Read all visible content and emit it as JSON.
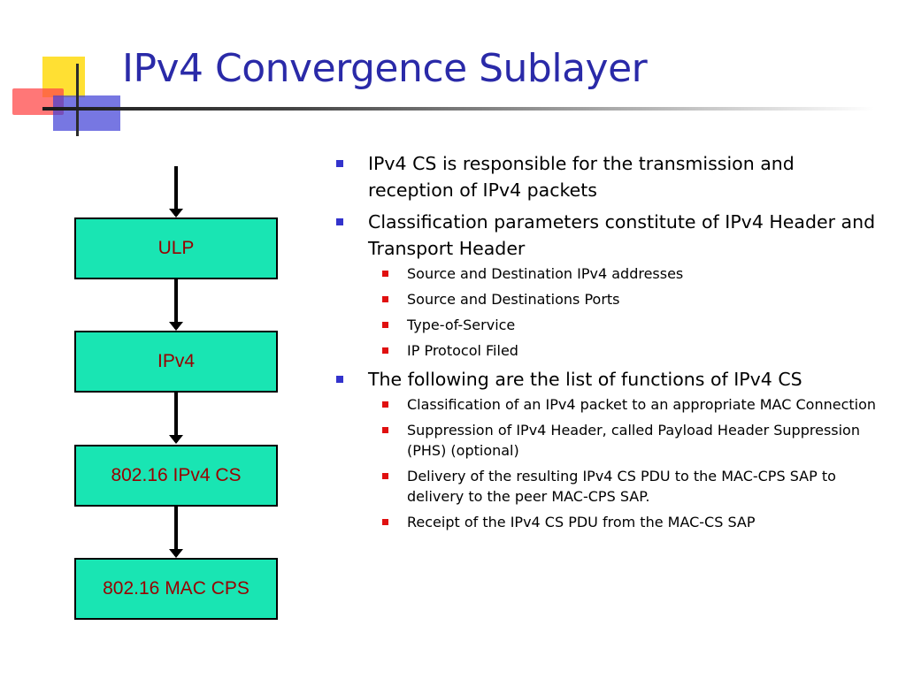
{
  "title": "IPv4 Convergence Sublayer",
  "diagram": {
    "boxes": [
      {
        "label": "ULP"
      },
      {
        "label": "IPv4"
      },
      {
        "label": "802.16 IPv4 CS"
      },
      {
        "label": "802.16 MAC CPS"
      }
    ],
    "box_fill": "#19e5b3",
    "label_color": "#990000"
  },
  "bullets": [
    {
      "text": "IPv4 CS is responsible for the transmission and reception of IPv4 packets",
      "sub": []
    },
    {
      "text": "Classification parameters constitute of IPv4 Header and Transport Header",
      "sub": [
        "Source and Destination IPv4 addresses",
        "Source and Destinations Ports",
        "Type-of-Service",
        "IP Protocol Filed"
      ]
    },
    {
      "text": " The following are the list of functions of IPv4 CS",
      "sub": [
        "Classification of an IPv4 packet to an appropriate MAC Connection",
        "Suppression of IPv4 Header, called Payload Header Suppression (PHS) (optional)",
        "Delivery of the resulting IPv4 CS PDU to the MAC-CPS SAP to delivery to the peer MAC-CPS SAP.",
        "Receipt of the IPv4 CS PDU from the MAC-CS SAP"
      ]
    }
  ],
  "colors": {
    "title": "#2a2aa8",
    "bullet_l1": "#3333cc",
    "bullet_l2": "#e01010"
  }
}
